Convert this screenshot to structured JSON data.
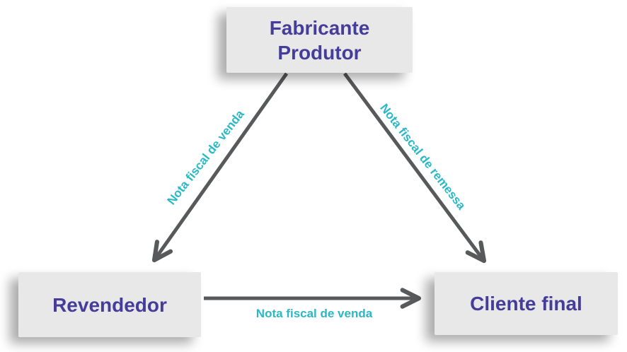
{
  "colors": {
    "background": "#ffffff",
    "node_bg": "#e9e8e9",
    "node_text": "#443d99",
    "arrow": "#58595b",
    "edge_label": "#29b8c6"
  },
  "diagram": {
    "nodes": [
      {
        "id": "fabricante-produtor",
        "label": "Fabricante\nProdutor"
      },
      {
        "id": "revendedor",
        "label": "Revendedor"
      },
      {
        "id": "cliente-final",
        "label": "Cliente final"
      }
    ],
    "edges": [
      {
        "from": "fabricante-produtor",
        "to": "revendedor",
        "label": "Nota fiscal de venda"
      },
      {
        "from": "fabricante-produtor",
        "to": "cliente-final",
        "label": "Nota fiscal de remessa"
      },
      {
        "from": "revendedor",
        "to": "cliente-final",
        "label": "Nota fiscal de venda"
      }
    ]
  }
}
